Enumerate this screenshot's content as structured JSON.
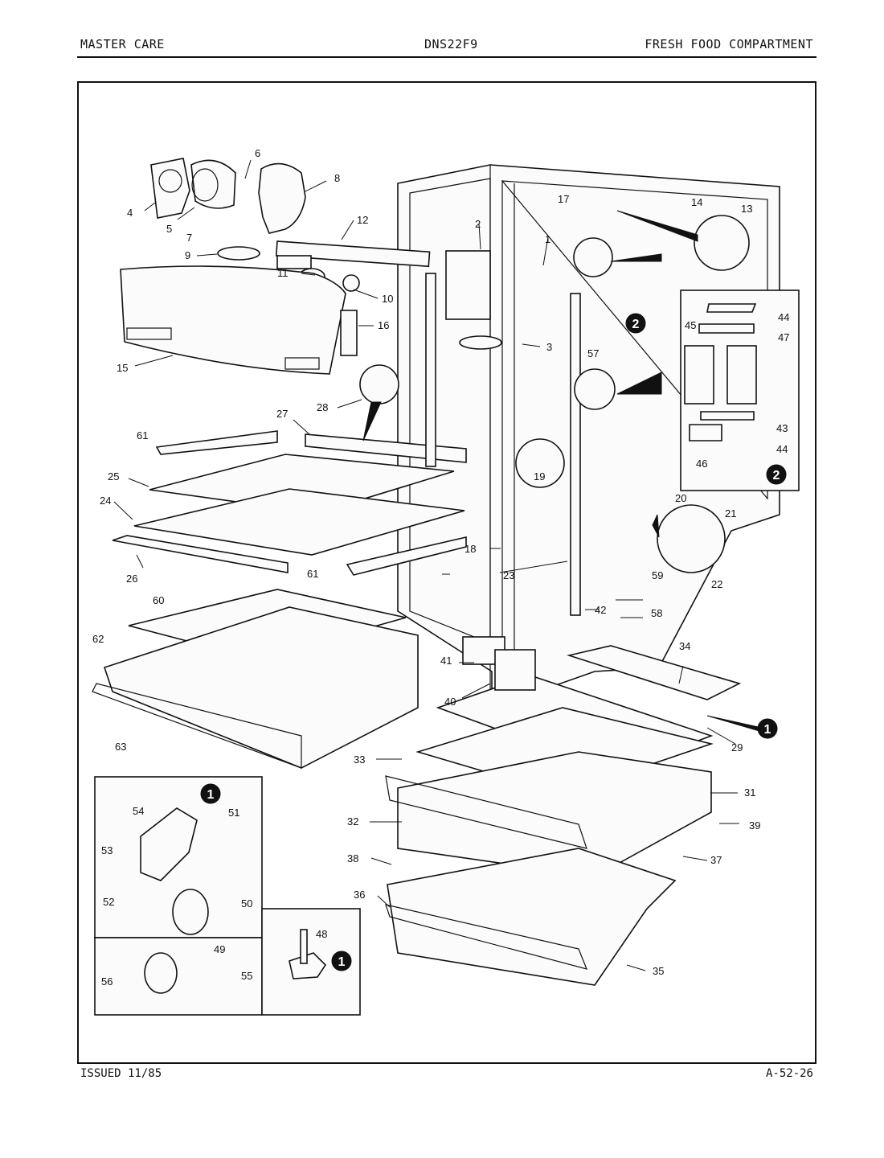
{
  "header": {
    "left": "MASTER CARE",
    "center": "DNS22F9",
    "right": "FRESH FOOD COMPARTMENT"
  },
  "footer": {
    "left": "ISSUED 11/85",
    "right": "A-52-26"
  },
  "callouts": [
    "1",
    "2"
  ],
  "part_labels": [
    "1",
    "2",
    "3",
    "4",
    "5",
    "6",
    "7",
    "8",
    "9",
    "10",
    "11",
    "12",
    "13",
    "14",
    "15",
    "16",
    "17",
    "18",
    "19",
    "20",
    "21",
    "22",
    "23",
    "24",
    "25",
    "26",
    "27",
    "28",
    "29",
    "31",
    "32",
    "33",
    "34",
    "35",
    "36",
    "37",
    "38",
    "39",
    "40",
    "41",
    "42",
    "43",
    "44",
    "45",
    "46",
    "47",
    "48",
    "49",
    "50",
    "51",
    "52",
    "53",
    "54",
    "55",
    "56",
    "57",
    "58",
    "59",
    "60",
    "61",
    "62",
    "63"
  ]
}
